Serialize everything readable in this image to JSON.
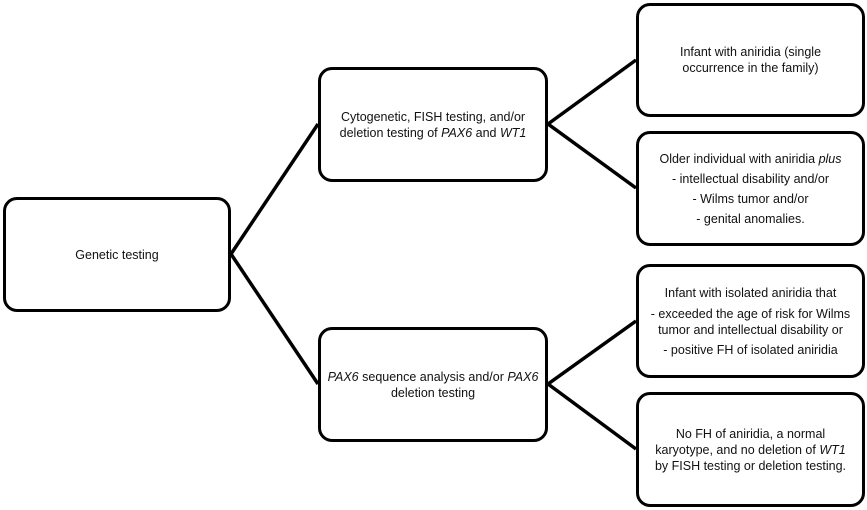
{
  "root": {
    "label": "Genetic testing"
  },
  "branches": [
    {
      "test": {
        "line1": "Cytogenetic, FISH testing, and/or",
        "line2_prefix": "deletion testing of ",
        "gene_a": "PAX6",
        "line2_mid": " and ",
        "gene_b": "WT1"
      },
      "indications": [
        {
          "line1": "Infant with aniridia (single",
          "line2": "occurrence in the family)"
        },
        {
          "heading_prefix": "Older individual with aniridia ",
          "heading_emph": "plus",
          "items": [
            "- intellectual disability and/or",
            "- Wilms tumor and/or",
            "- genital anomalies."
          ]
        }
      ]
    },
    {
      "test": {
        "gene_a": "PAX6",
        "line1_mid": " sequence analysis and/or ",
        "gene_b": "PAX6",
        "line2": "deletion testing"
      },
      "indications": [
        {
          "heading": "Infant with isolated aniridia that",
          "items": [
            "- exceeded the age of risk for Wilms",
            "tumor and intellectual disability or",
            "- positive FH of isolated aniridia"
          ]
        },
        {
          "line1": "No FH of aniridia, a normal",
          "line2_prefix": "karyotype, and no deletion of ",
          "gene": "WT1",
          "line3": "by FISH testing or deletion testing."
        }
      ]
    }
  ]
}
